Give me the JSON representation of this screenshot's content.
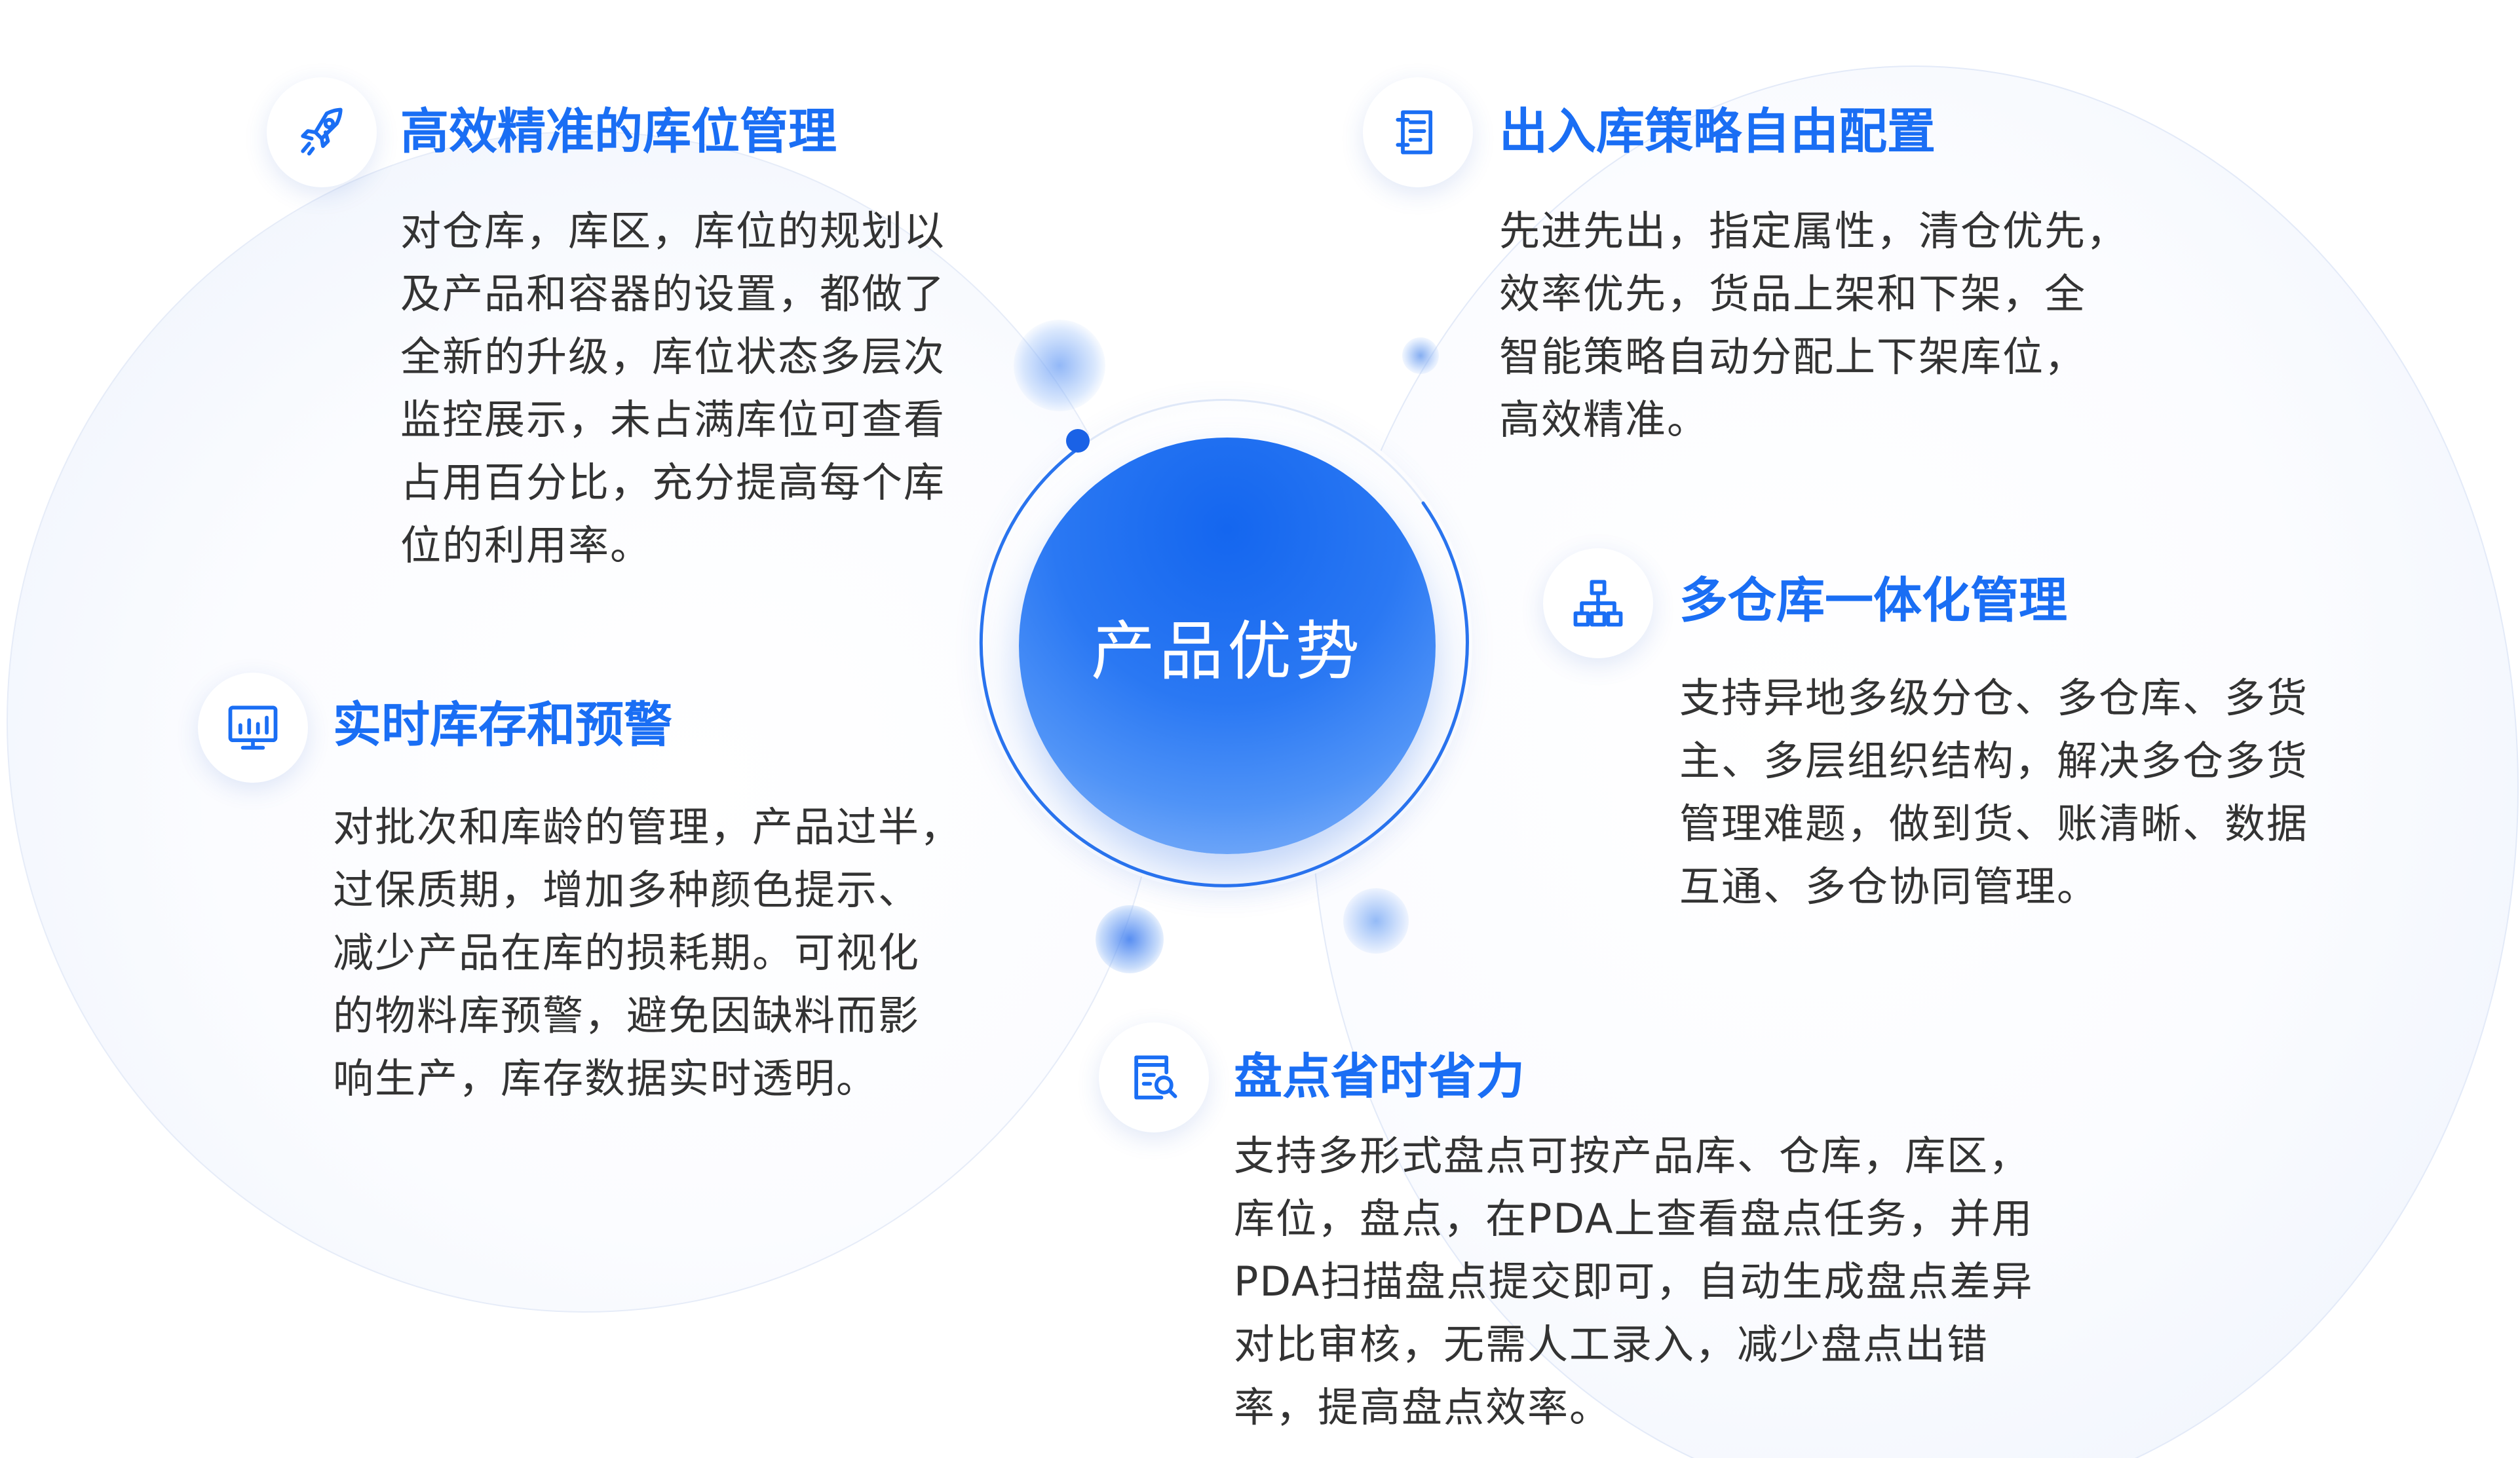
{
  "center": {
    "title": "产品优势"
  },
  "features": {
    "f1": {
      "title": "高效精准的库位管理",
      "icon": "rocket-icon",
      "lines": [
        "对仓库，库区，库位的规划以",
        "及产品和容器的设置，都做了",
        "全新的升级，库位状态多层次",
        "监控展示，未占满库位可查看",
        "占用百分比，充分提高每个库",
        "位的利用率。"
      ]
    },
    "f2": {
      "title": "实时库存和预警",
      "icon": "monitor-chart-icon",
      "lines": [
        "对批次和库龄的管理，产品过半，",
        "过保质期，增加多种颜色提示、",
        "减少产品在库的损耗期。可视化",
        "的物料库预警，避免因缺料而影",
        "响生产，库存数据实时透明。"
      ]
    },
    "f3": {
      "title": "出入库策略自由配置",
      "icon": "document-list-icon",
      "lines": [
        "先进先出，指定属性，清仓优先，",
        "效率优先，货品上架和下架，全",
        "智能策略自动分配上下架库位，",
        "高效精准。"
      ]
    },
    "f4": {
      "title": "多仓库一体化管理",
      "icon": "hierarchy-icon",
      "lines": [
        "支持异地多级分仓、多仓库、多货",
        "主、多层组织结构，解决多仓多货",
        "管理难题，做到货、账清晰、数据",
        "互通、多仓协同管理。"
      ]
    },
    "f5": {
      "title": "盘点省时省力",
      "icon": "document-search-icon",
      "lines": [
        "支持多形式盘点可按产品库、仓库，库区，",
        "库位，盘点，在PDA上查看盘点任务，并用",
        "PDA扫描盘点提交即可，自动生成盘点差异",
        "对比审核，无需人工录入，减少盘点出错",
        "率，提高盘点效率。"
      ]
    }
  },
  "colors": {
    "accent": "#1a6ef4",
    "text": "#333333",
    "disc_top": "#1466ef",
    "disc_bottom": "#8fbaf9"
  }
}
